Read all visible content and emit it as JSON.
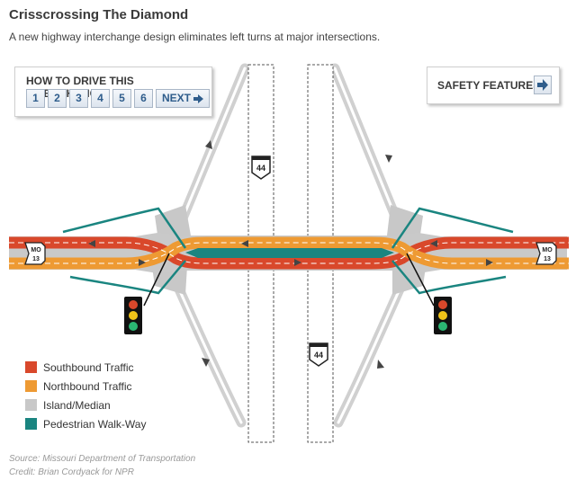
{
  "title": "Crisscrossing The Diamond",
  "subtitle": "A new highway interchange design eliminates left turns at major intersections.",
  "how_to_panel": {
    "title": "HOW TO DRIVE THIS INTERCHANGE",
    "steps": [
      "1",
      "2",
      "3",
      "4",
      "5",
      "6"
    ],
    "next_label": "NEXT"
  },
  "safety_panel": {
    "title": "SAFETY FEATURES"
  },
  "road_signs": {
    "interstate": "44",
    "state_route_top": "MO",
    "state_route_bottom": "13"
  },
  "legend": [
    {
      "label": "Southbound Traffic",
      "color": "#d9482b"
    },
    {
      "label": "Northbound Traffic",
      "color": "#ee9a33"
    },
    {
      "label": "Island/Median",
      "color": "#c8c8c8"
    },
    {
      "label": "Pedestrian Walk-Way",
      "color": "#1a8580"
    }
  ],
  "colors": {
    "southbound": "#d9482b",
    "northbound": "#ee9a33",
    "island": "#c8c8c8",
    "walkway": "#1a8580",
    "button_accent": "#2f5d8c"
  },
  "footer": {
    "source": "Source: Missouri Department of Transportation",
    "credit": "Credit: Brian Cordyack for NPR"
  }
}
